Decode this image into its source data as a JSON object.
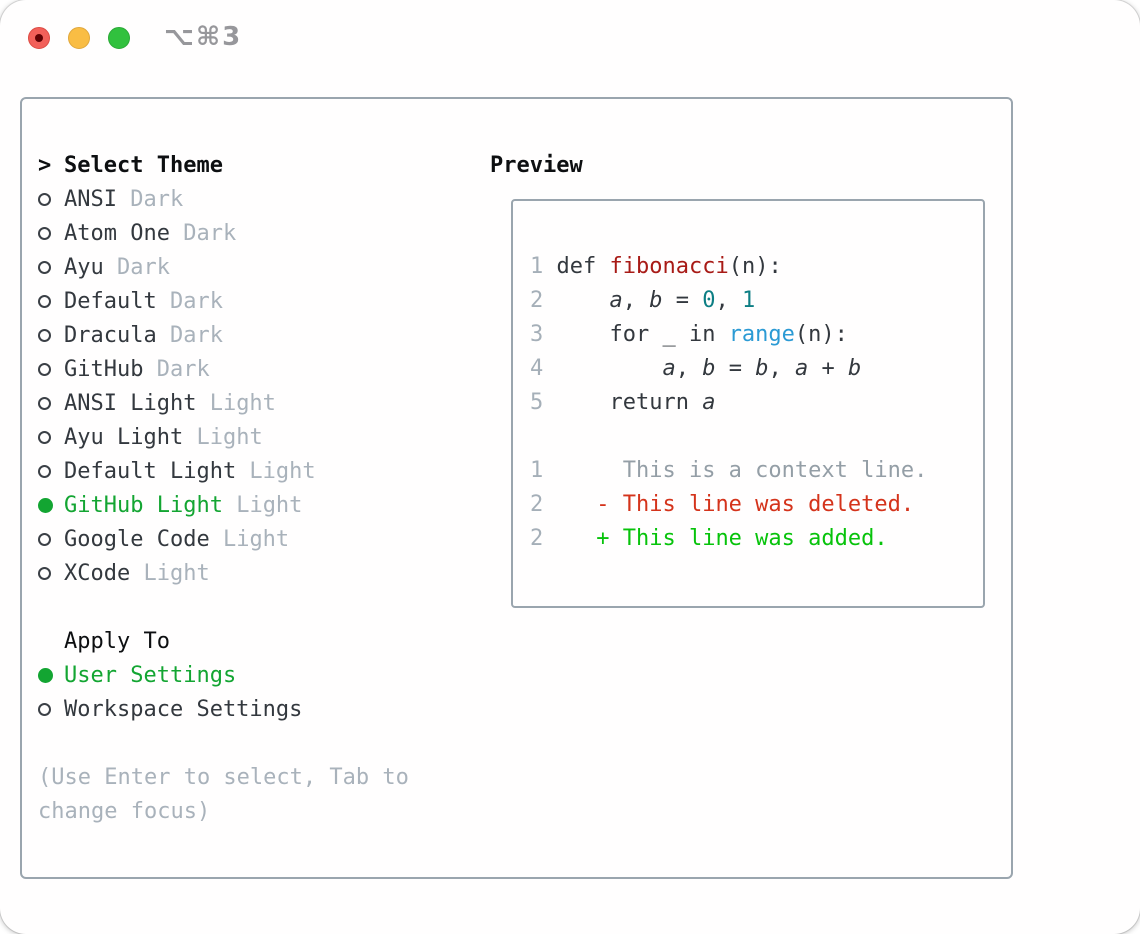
{
  "window": {
    "title": "⌥⌘3",
    "traffic_lights": [
      "close",
      "minimize",
      "zoom"
    ]
  },
  "theme_panel": {
    "header": {
      "marker": ">",
      "label": "Select Theme"
    },
    "themes": [
      {
        "name": "ANSI",
        "variant": "Dark",
        "selected": false
      },
      {
        "name": "Atom One",
        "variant": "Dark",
        "selected": false
      },
      {
        "name": "Ayu",
        "variant": "Dark",
        "selected": false
      },
      {
        "name": "Default",
        "variant": "Dark",
        "selected": false
      },
      {
        "name": "Dracula",
        "variant": "Dark",
        "selected": false
      },
      {
        "name": "GitHub",
        "variant": "Dark",
        "selected": false
      },
      {
        "name": "ANSI Light",
        "variant": "Light",
        "selected": false
      },
      {
        "name": "Ayu Light",
        "variant": "Light",
        "selected": false
      },
      {
        "name": "Default Light",
        "variant": "Light",
        "selected": false
      },
      {
        "name": "GitHub Light",
        "variant": "Light",
        "selected": true
      },
      {
        "name": "Google Code",
        "variant": "Light",
        "selected": false
      },
      {
        "name": "XCode",
        "variant": "Light",
        "selected": false
      }
    ],
    "apply_to": {
      "label": "Apply To",
      "options": [
        {
          "name": "User Settings",
          "selected": true
        },
        {
          "name": "Workspace Settings",
          "selected": false
        }
      ]
    },
    "hint_lines": [
      "(Use Enter to select, Tab to",
      "change focus)"
    ]
  },
  "preview": {
    "header": "Preview",
    "code_lines": [
      {
        "num": "1",
        "segments": [
          {
            "t": " def ",
            "c": "plain"
          },
          {
            "t": "fibonacci",
            "c": "function"
          },
          {
            "t": "(n):",
            "c": "plain"
          }
        ]
      },
      {
        "num": "2",
        "segments": [
          {
            "t": "     ",
            "c": "plain"
          },
          {
            "t": "a",
            "c": "variable"
          },
          {
            "t": ", ",
            "c": "plain"
          },
          {
            "t": "b",
            "c": "variable"
          },
          {
            "t": " = ",
            "c": "plain"
          },
          {
            "t": "0",
            "c": "number"
          },
          {
            "t": ", ",
            "c": "plain"
          },
          {
            "t": "1",
            "c": "number"
          }
        ]
      },
      {
        "num": "3",
        "segments": [
          {
            "t": "     for _ in ",
            "c": "plain"
          },
          {
            "t": "range",
            "c": "builtin"
          },
          {
            "t": "(n):",
            "c": "plain"
          }
        ]
      },
      {
        "num": "4",
        "segments": [
          {
            "t": "         ",
            "c": "plain"
          },
          {
            "t": "a",
            "c": "variable"
          },
          {
            "t": ", ",
            "c": "plain"
          },
          {
            "t": "b",
            "c": "variable"
          },
          {
            "t": " = ",
            "c": "plain"
          },
          {
            "t": "b",
            "c": "variable"
          },
          {
            "t": ", ",
            "c": "plain"
          },
          {
            "t": "a",
            "c": "variable"
          },
          {
            "t": " + ",
            "c": "plain"
          },
          {
            "t": "b",
            "c": "variable"
          }
        ]
      },
      {
        "num": "5",
        "segments": [
          {
            "t": "     return ",
            "c": "plain"
          },
          {
            "t": "a",
            "c": "variable"
          }
        ]
      },
      {
        "num": "",
        "segments": []
      },
      {
        "num": "1",
        "segments": [
          {
            "t": "      This is a context line.",
            "c": "context"
          }
        ]
      },
      {
        "num": "2",
        "segments": [
          {
            "t": "    ",
            "c": "plain"
          },
          {
            "t": "- This line was deleted.",
            "c": "deleted"
          }
        ]
      },
      {
        "num": "2",
        "segments": [
          {
            "t": "    ",
            "c": "plain"
          },
          {
            "t": "+ This line was added.",
            "c": "added"
          }
        ]
      }
    ]
  },
  "colors": {
    "accent_green": "#13a532",
    "add_green": "#07c30b",
    "del_red": "#d4331b",
    "fn_red": "#a81a16",
    "num_teal": "#0d7e84",
    "builtin_blue": "#2b9ad4",
    "dark_text": "#33383e",
    "black": "#0d0f11",
    "light_gray": "#a9b2bb",
    "context_gray": "#949ea6",
    "line_no_gray": "#a5afb8",
    "border_gray": "#9aa5ae",
    "title_gray": "#97979b"
  }
}
